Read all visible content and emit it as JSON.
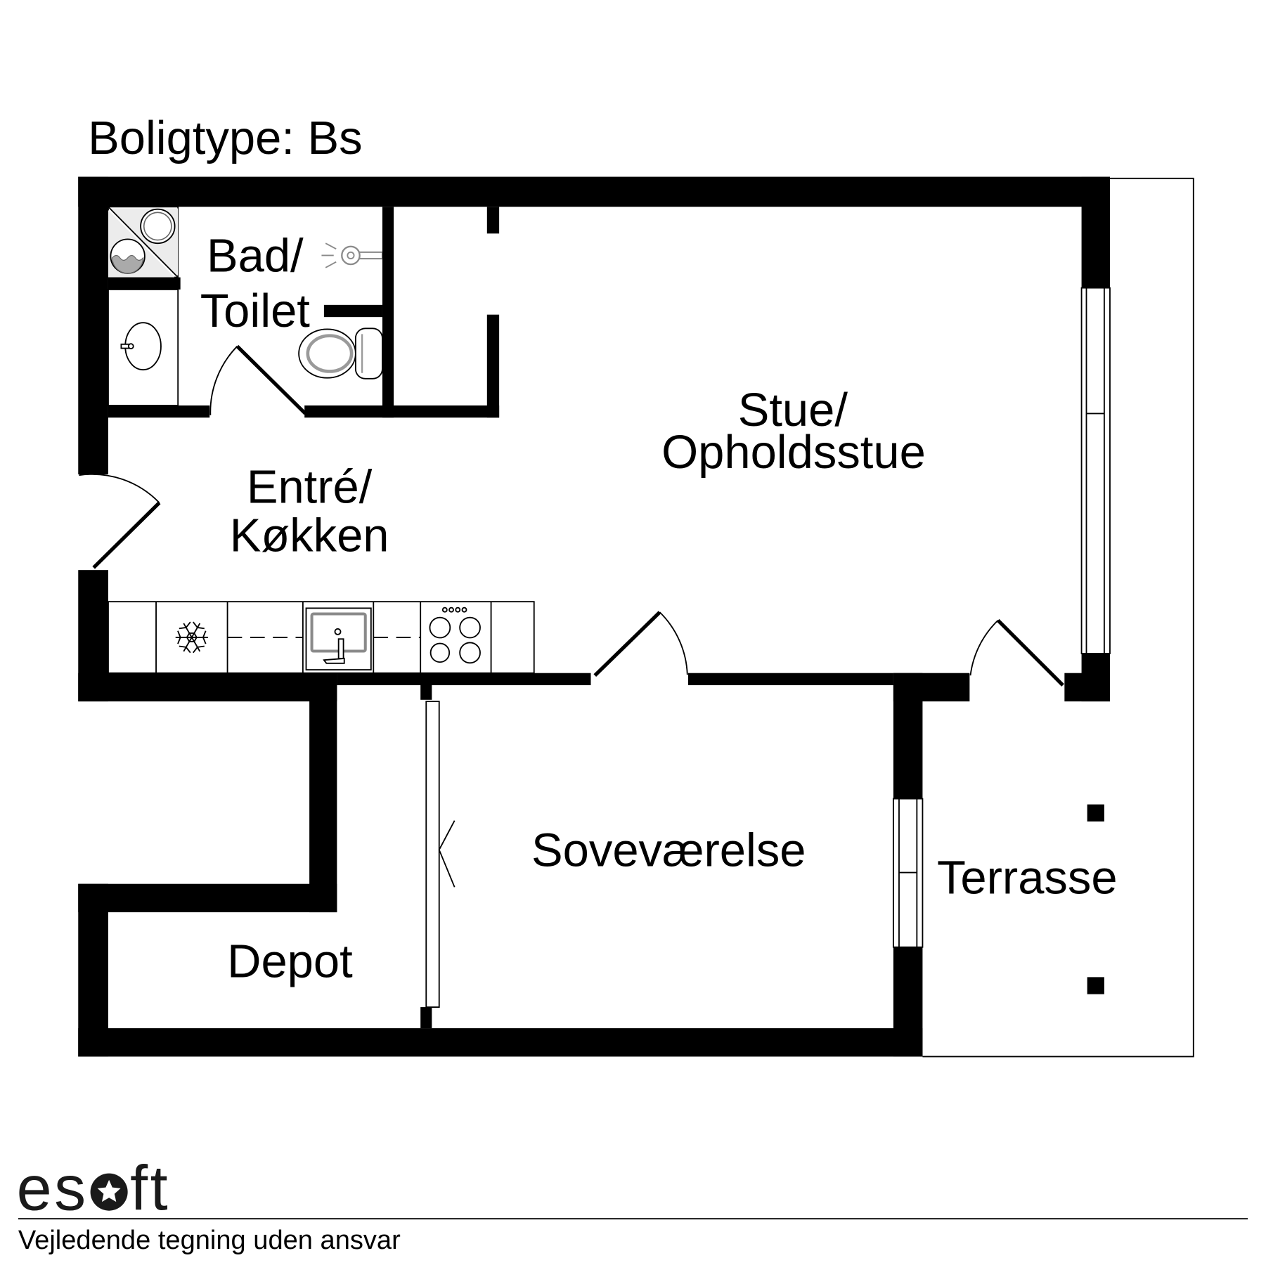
{
  "title": "Boligtype: Bs",
  "rooms": {
    "bathroom": {
      "line1": "Bad/",
      "line2": "Toilet"
    },
    "living_room": {
      "line1": "Stue/",
      "line2": "Opholdsstue"
    },
    "entry_kitchen": {
      "line1": "Entré/",
      "line2": "Køkken"
    },
    "bedroom": {
      "name": "Soveværelse"
    },
    "terrace": {
      "name": "Terrasse"
    },
    "storage": {
      "name": "Depot"
    }
  },
  "footer": {
    "disclaimer": "Vejledende tegning uden ansvar"
  },
  "logo": {
    "text": "esoft"
  },
  "colors": {
    "walls": "#000000",
    "background": "#ffffff",
    "fixture_accent": "#8a8a8a"
  },
  "icons": {
    "laundry": [
      "dryer-icon",
      "washing-machine-icon"
    ],
    "bathroom": [
      "washbasin-icon",
      "shower-icon",
      "toilet-icon"
    ],
    "kitchen": [
      "snowflake-icon",
      "kitchen-sink-icon",
      "stove-icon"
    ]
  }
}
